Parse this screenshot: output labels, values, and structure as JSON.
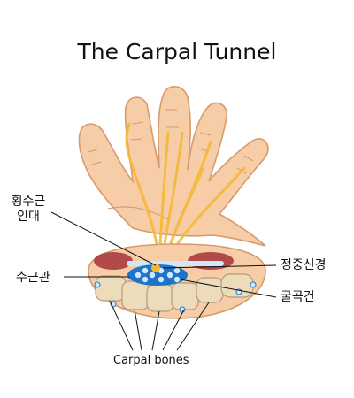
{
  "title": "The Carpal Tunnel",
  "labels": {
    "transverse_carpal_ligament_line1": "횡수근",
    "transverse_carpal_ligament_line2": "인대",
    "carpal_tunnel": "수근관",
    "median_nerve": "정중신경",
    "flexor_tendons": "굴곡건",
    "carpal_bones": "Carpal bones"
  },
  "colors": {
    "skin": "#f6cda6",
    "skin_outline": "#d69a6c",
    "nerve": "#f5b731",
    "muscle": "#b24a4a",
    "bone": "#eddcbc",
    "tunnel_blue": "#1f74c9",
    "tendon_light": "#cfe8fb"
  }
}
